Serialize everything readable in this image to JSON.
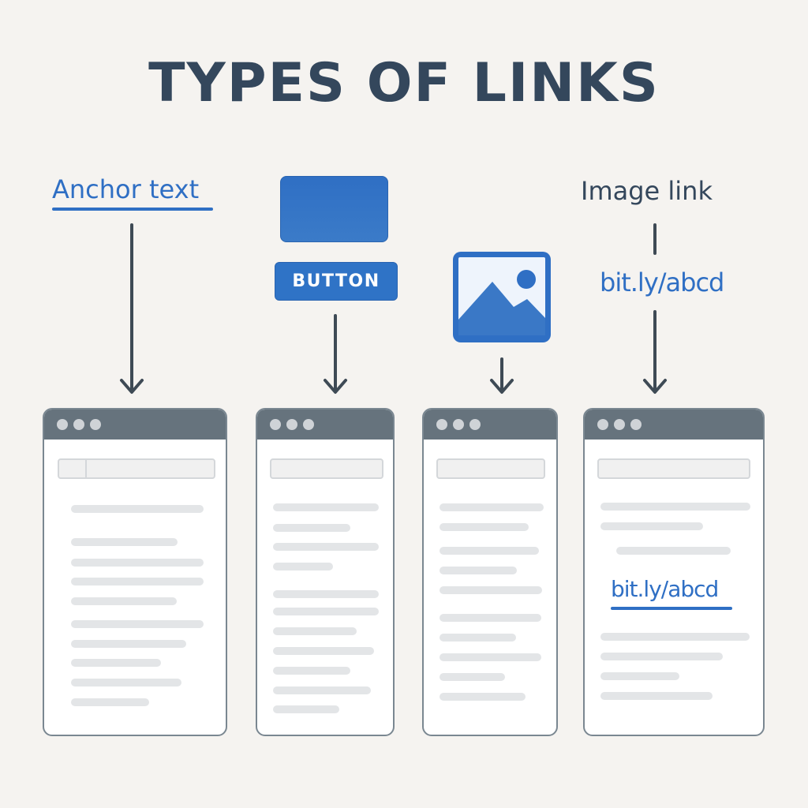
{
  "title": "TYPES OF LINKS",
  "link_types": {
    "anchor": {
      "label": "Anchor text"
    },
    "button": {
      "label": "BUTTON"
    },
    "image": {
      "icon": "image-icon"
    },
    "shortened": {
      "label": "Image link",
      "url": "bit.ly/abcd"
    }
  },
  "browser_windows": [
    {
      "name": "anchor-destination",
      "dots": 3
    },
    {
      "name": "button-destination",
      "dots": 3
    },
    {
      "name": "image-destination",
      "dots": 3
    },
    {
      "name": "short-url-destination",
      "dots": 3,
      "inline_link": "bit.ly/abcd"
    }
  ],
  "colors": {
    "background": "#f5f3f0",
    "title": "#34475c",
    "link_blue": "#2f6fc4",
    "arrow": "#3e4a55",
    "browser_bar": "#66737d",
    "placeholder_line": "#e3e5e7"
  }
}
